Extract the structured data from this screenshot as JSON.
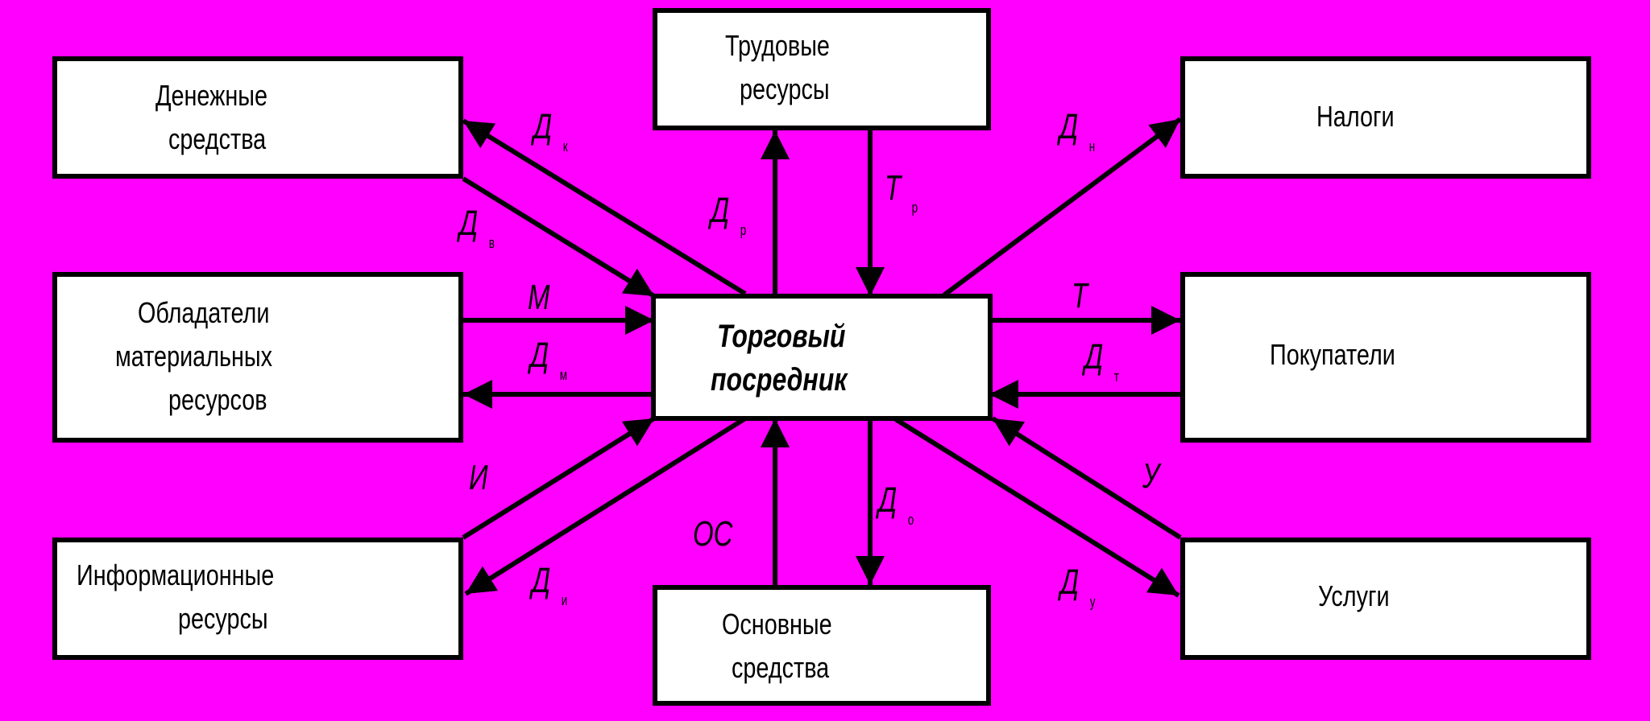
{
  "colors": {
    "background": "#FF00FF",
    "box_fill": "#FFFFFF",
    "stroke": "#000000"
  },
  "nodes": {
    "center": {
      "line1": "Торговый",
      "line2": "посредник"
    },
    "money": {
      "line1": "Денежные",
      "line2": "средства"
    },
    "labor": {
      "line1": "Трудовые",
      "line2": "ресурсы"
    },
    "taxes": {
      "line1": "Налоги"
    },
    "material": {
      "line1": "Обладатели",
      "line2": "материальных",
      "line3": "ресурсов"
    },
    "buyers": {
      "line1": "Покупатели"
    },
    "info": {
      "line1": "Информационные",
      "line2": "ресурсы"
    },
    "fixed": {
      "line1": "Основные",
      "line2": "средства"
    },
    "services": {
      "line1": "Услуги"
    }
  },
  "edge_labels": {
    "dk": {
      "main": "Д",
      "sub": "к"
    },
    "dv": {
      "main": "Д",
      "sub": "в"
    },
    "dr": {
      "main": "Д",
      "sub": "р"
    },
    "tr": {
      "main": "Т",
      "sub": "р"
    },
    "dn": {
      "main": "Д",
      "sub": "н"
    },
    "m": {
      "main": "М"
    },
    "dm": {
      "main": "Д",
      "sub": "м"
    },
    "t": {
      "main": "Т"
    },
    "dt": {
      "main": "Д",
      "sub": "т"
    },
    "i": {
      "main": "И"
    },
    "di": {
      "main": "Д",
      "sub": "и"
    },
    "os": {
      "main": "ОС"
    },
    "do": {
      "main": "Д",
      "sub": "о"
    },
    "u": {
      "main": "У"
    },
    "du": {
      "main": "Д",
      "sub": "у"
    }
  }
}
